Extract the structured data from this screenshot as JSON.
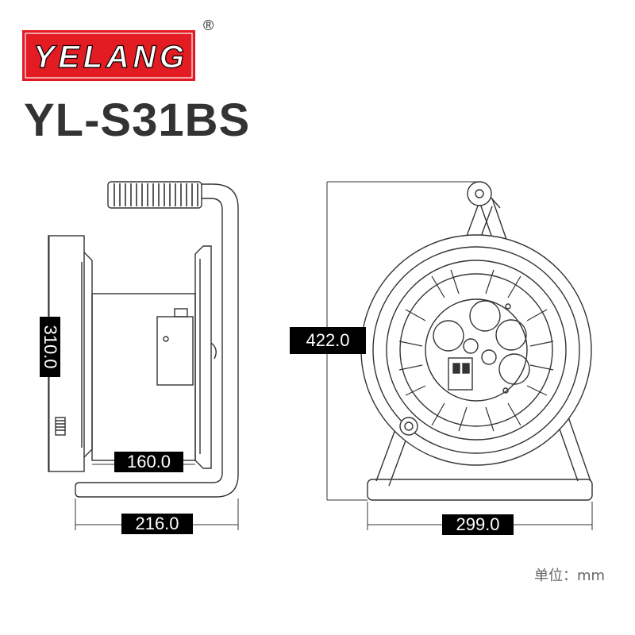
{
  "brand": {
    "name": "YELANG",
    "registered_mark": "®",
    "color": "#e31b23"
  },
  "model": "YL-S31BS",
  "dimensions": {
    "flange_height": "310.0",
    "drum_width": "160.0",
    "overall_depth": "216.0",
    "overall_height": "422.0",
    "overall_width": "299.0"
  },
  "unit_label": "单位：mm"
}
